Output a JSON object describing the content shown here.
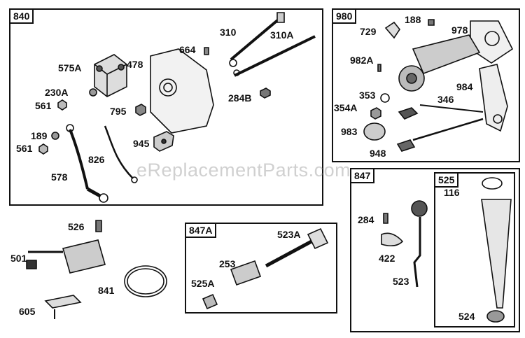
{
  "watermark": "eReplacementParts.com",
  "groups": {
    "g840": "840",
    "g980": "980",
    "g847": "847",
    "g525": "525",
    "g847a": "847A"
  },
  "labels": {
    "p575a": "575A",
    "p478": "478",
    "p664": "664",
    "p310": "310",
    "p310a": "310A",
    "p230a": "230A",
    "p561a": "561",
    "p795": "795",
    "p284b": "284B",
    "p189": "189",
    "p561b": "561",
    "p826": "826",
    "p945": "945",
    "p578": "578",
    "p729": "729",
    "p188": "188",
    "p978": "978",
    "p982a": "982A",
    "p984": "984",
    "p353": "353",
    "p354a": "354A",
    "p346": "346",
    "p983": "983",
    "p948": "948",
    "p526": "526",
    "p501": "501",
    "p841": "841",
    "p605": "605",
    "p523a": "523A",
    "p253": "253",
    "p525a": "525A",
    "p284": "284",
    "p422": "422",
    "p523": "523",
    "p116": "116",
    "p524": "524"
  }
}
